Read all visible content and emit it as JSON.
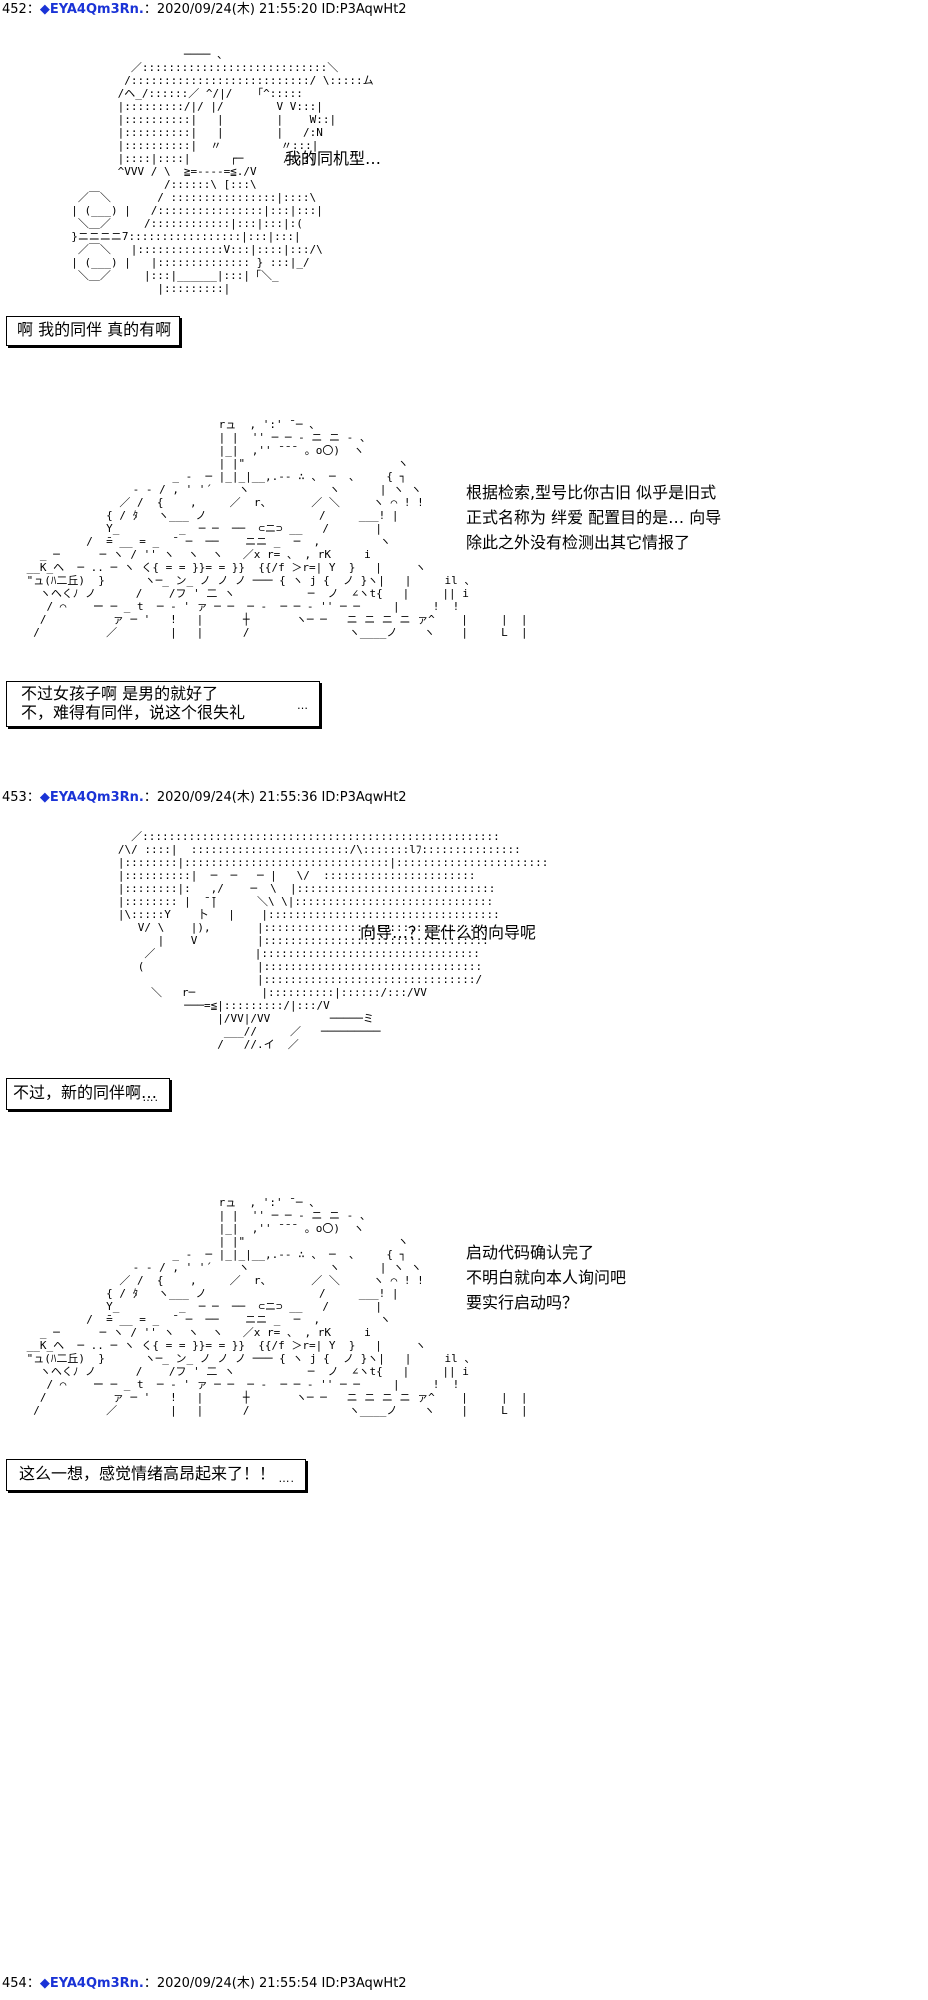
{
  "posts": [
    {
      "header": {
        "num": "452：",
        "name": "◆EYA4Qm3Rn.",
        "meta": "：2020/09/24(木) 21:55:20 ID:P3AqwHt2"
      },
      "speech": [
        "我的同机型…"
      ],
      "box": [
        "啊  我的同伴  真的有啊"
      ]
    },
    {
      "speech": [
        "根据检索,型号比你古旧  似乎是旧式",
        "正式名称为  绊爱  配置目的是…  向导",
        "除此之外没有检测出其它情报了"
      ],
      "box": [
        "不过女孩子啊  是男的就好了",
        "不，难得有同伴，说这个很失礼"
      ],
      "box_dots": "…"
    },
    {
      "header": {
        "num": "453：",
        "name": "◆EYA4Qm3Rn.",
        "meta": "：2020/09/24(木) 21:55:36 ID:P3AqwHt2"
      },
      "speech": [
        "向导…？是什么的向导呢"
      ],
      "box": [
        "不过，新的同伴啊…"
      ],
      "box_dots": "…."
    },
    {
      "speech": [
        "启动代码确认完了",
        "不明白就向本人询问吧",
        "要实行启动吗？"
      ],
      "box": [
        "这么一想，感觉情绪高昂起来了！！"
      ],
      "box_dots": "…."
    },
    {
      "header": {
        "num": "454：",
        "name": "◆EYA4Qm3Rn.",
        "meta": "：2020/09/24(木) 21:55:54 ID:P3AqwHt2"
      }
    }
  ],
  "colors": {
    "name": "#1a33d6",
    "text": "#000000",
    "background": "#ffffff"
  }
}
